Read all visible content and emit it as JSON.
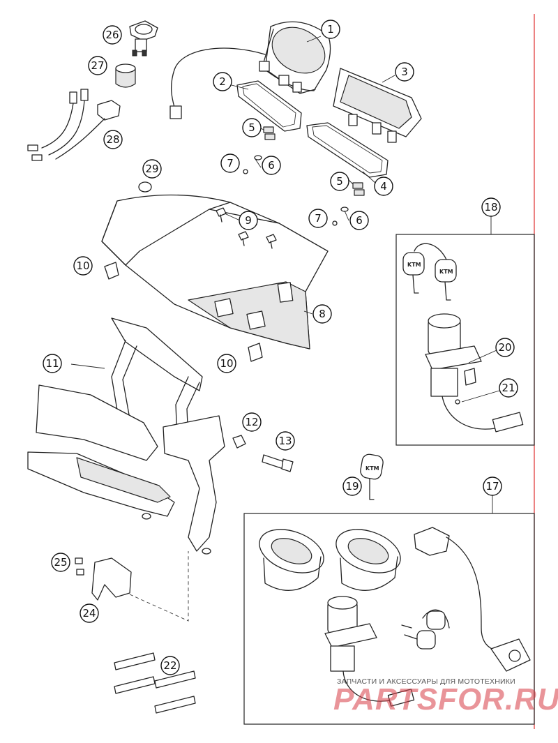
{
  "diagram": {
    "callouts": [
      "1",
      "2",
      "3",
      "4",
      "5",
      "6",
      "7",
      "5",
      "6",
      "7",
      "8",
      "9",
      "10",
      "10",
      "11",
      "12",
      "13",
      "17",
      "18",
      "19",
      "20",
      "21",
      "22",
      "24",
      "25",
      "26",
      "27",
      "28",
      "29"
    ],
    "key_brand_text": "KTM"
  },
  "watermark": {
    "caption": "ЗАПЧАСТИ И АКСЕССУАРЫ ДЛЯ МОТОТЕХНИКИ",
    "logo_text": "PARTSFOR.RU"
  },
  "colors": {
    "linework": "#222222",
    "watermark_red": "#d73c46",
    "margin_line": "#e03030"
  }
}
